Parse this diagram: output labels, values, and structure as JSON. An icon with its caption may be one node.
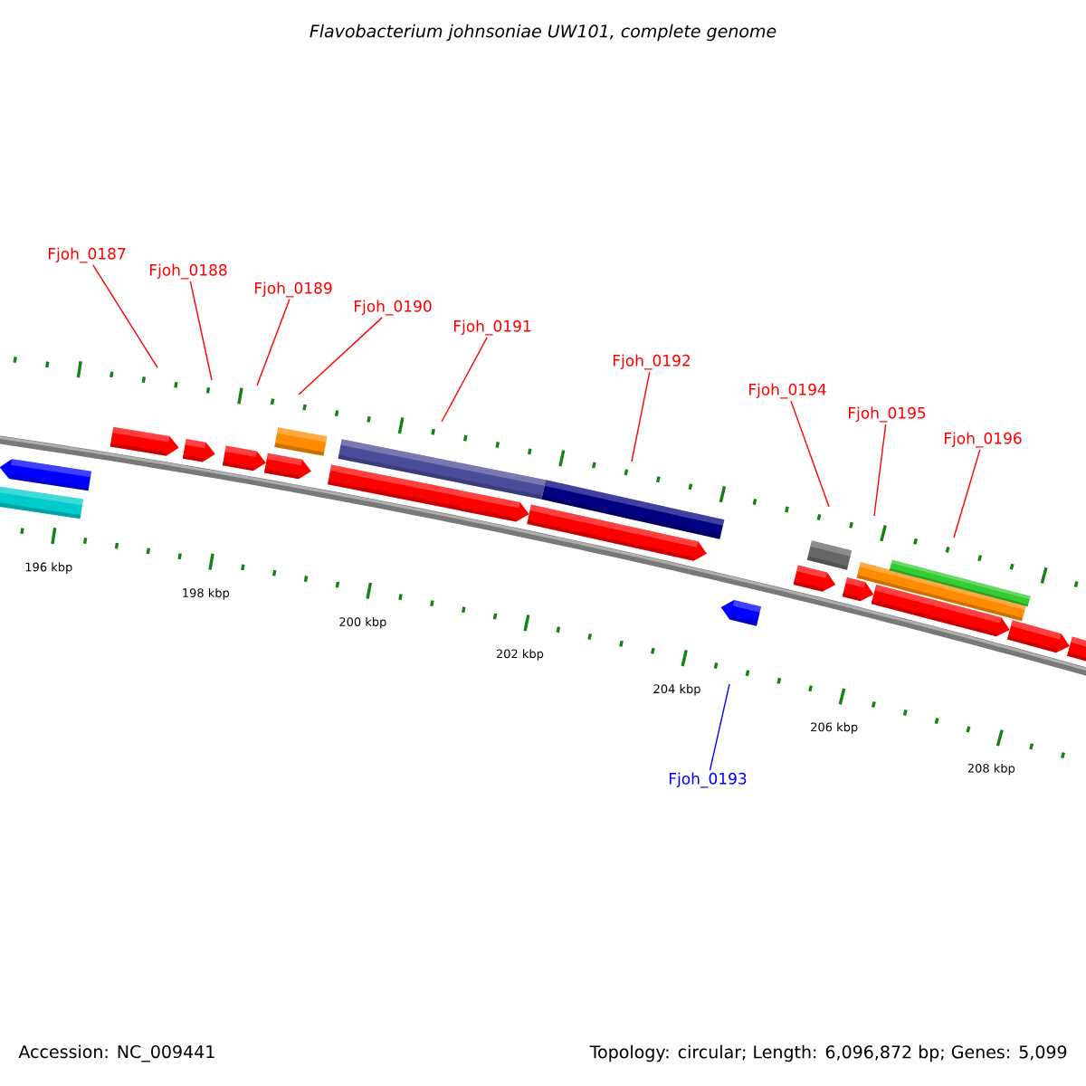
{
  "diagram": {
    "title": "Flavobacterium johnsoniae UW101, complete genome",
    "nodes": [
      {
        "text": [
          "Fjoh_0187"
        ]
      },
      {
        "text": [
          "Fjoh_0188"
        ]
      },
      {
        "text": [
          "Fjoh_0189"
        ]
      },
      {
        "text": [
          "Fjoh_0190"
        ]
      },
      {
        "text": [
          "Fjoh_0191"
        ]
      },
      {
        "text": [
          "Fjoh_0192"
        ]
      },
      {
        "text": [
          "Fjoh_0194"
        ]
      },
      {
        "text": [
          "Fjoh_0195"
        ]
      },
      {
        "text": [
          "Fjoh_0196"
        ]
      },
      {
        "text": [
          "Fjoh_0193"
        ]
      }
    ],
    "edges": [
      {
        "from": 0,
        "to": null,
        "arrow": "none"
      },
      {
        "from": 1,
        "to": null,
        "arrow": "none"
      },
      {
        "from": 2,
        "to": null,
        "arrow": "none"
      },
      {
        "from": 3,
        "to": null,
        "arrow": "none"
      },
      {
        "from": 4,
        "to": null,
        "arrow": "none"
      },
      {
        "from": 5,
        "to": null,
        "arrow": "none"
      },
      {
        "from": 6,
        "to": null,
        "arrow": "none"
      },
      {
        "from": 7,
        "to": null,
        "arrow": "none"
      },
      {
        "from": 8,
        "to": null,
        "arrow": "none"
      },
      {
        "from": 9,
        "to": null,
        "arrow": "none",
        "color": "#0000ff"
      }
    ],
    "labels": [
      "196 kbp",
      "198 kbp",
      "200 kbp",
      "202 kbp",
      "204 kbp",
      "206 kbp",
      "208 kbp",
      "Accession: NC_009441",
      "Topology: circular; Length: 6,096,872 bp; Genes: 5,099"
    ]
  }
}
